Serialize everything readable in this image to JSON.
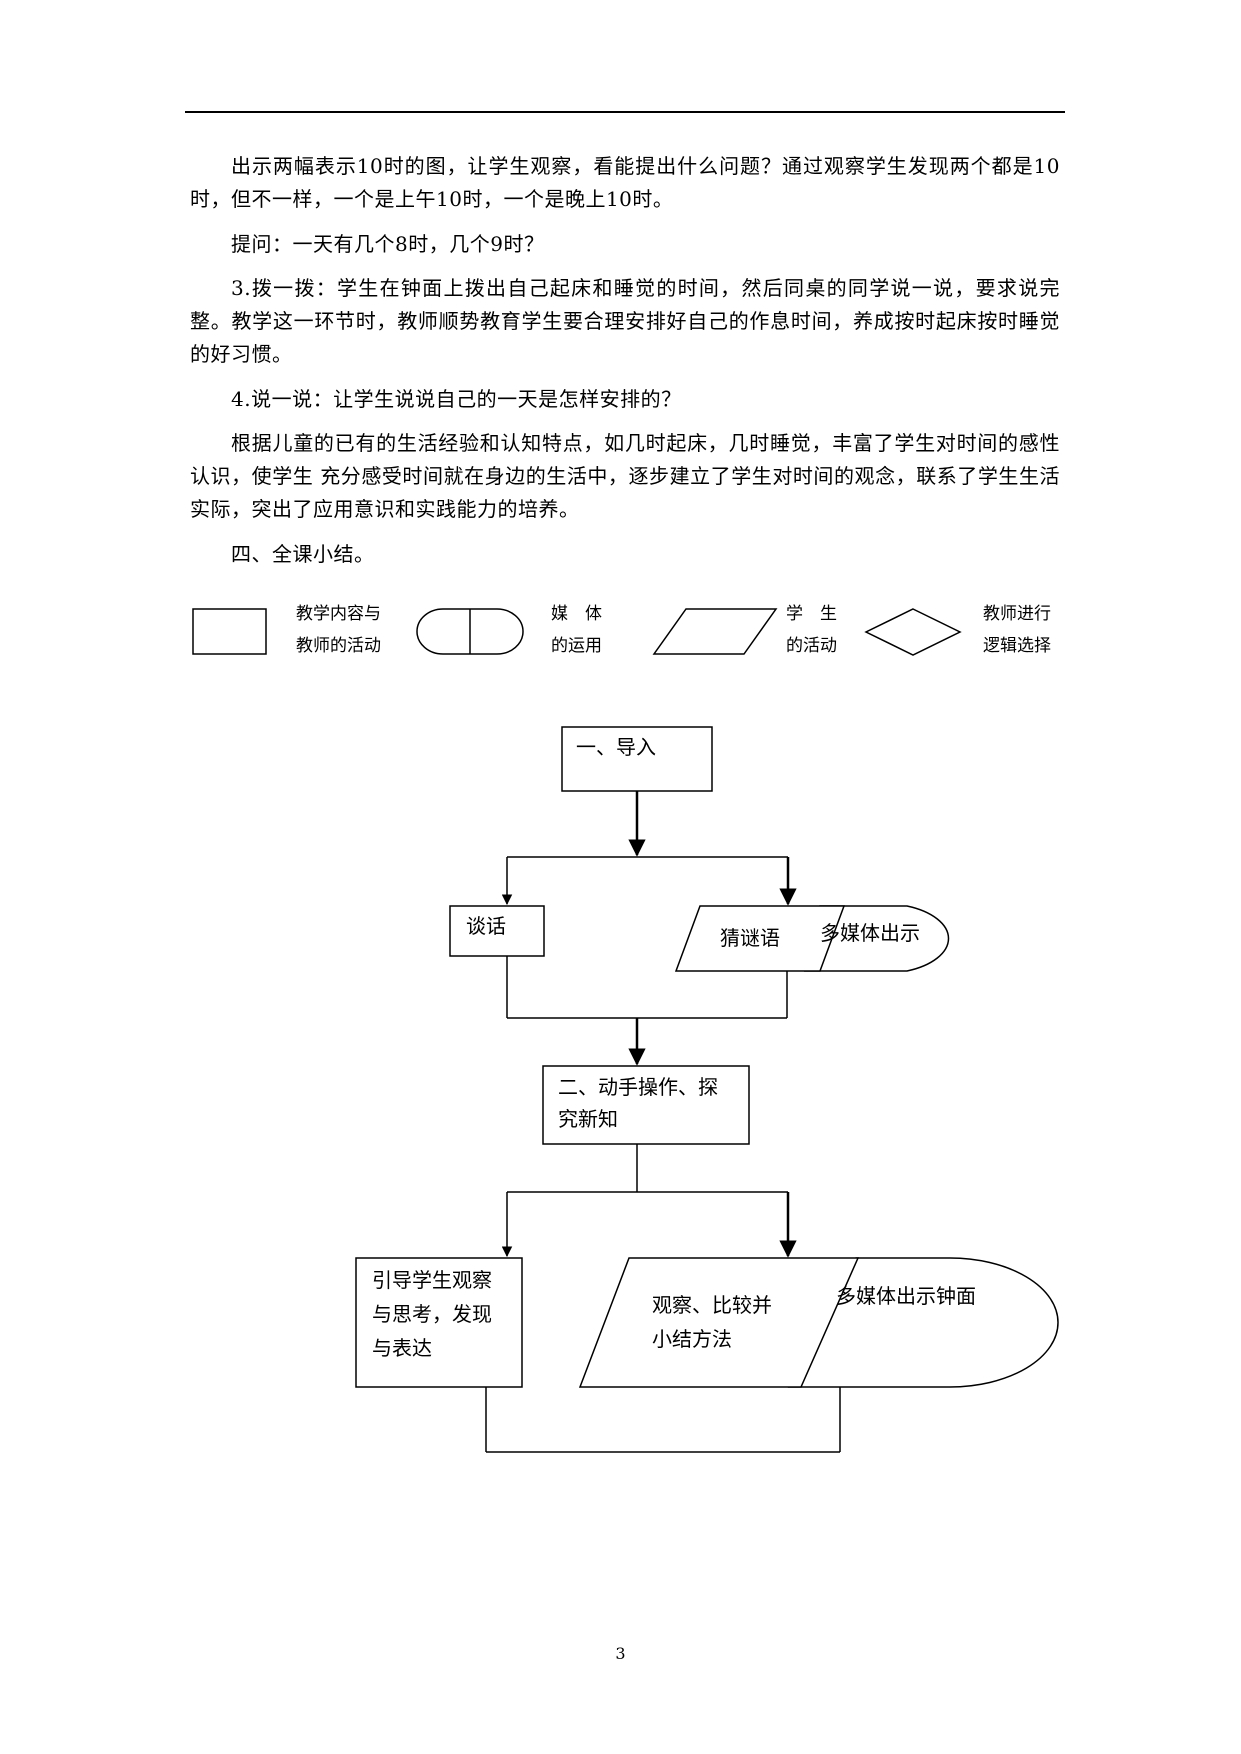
{
  "paragraphs": [
    {
      "id": "p1",
      "text": "出示两幅表示10时的图，让学生观察，看能提出什么问题？通过观察学生发现两个都是10时，但不一样，一个是上午10时，一个是晚上10时。"
    },
    {
      "id": "p2",
      "text": "提问：一天有几个8时，几个9时？"
    },
    {
      "id": "p3",
      "text": "3.拨一拨：学生在钟面上拨出自己起床和睡觉的时间，然后同桌的同学说一说，要求说完整。教学这一环节时，教师顺势教育学生要合理安排好自己的作息时间，养成按时起床按时睡觉的好习惯。"
    },
    {
      "id": "p4",
      "text": "4.说一说：让学生说说自己的一天是怎样安排的？"
    },
    {
      "id": "p5",
      "text": "根据儿童的已有的生活经验和认知特点，如几时起床，几时睡觉，丰富了学生对时间的感性认识，使学生 充分感受时间就在身边的生活中，逐步建立了学生对时间的观念，联系了学生生活实际，突出了应用意识和实践能力的培养。"
    },
    {
      "id": "p6",
      "text": "四、全课小结。"
    }
  ],
  "legend": {
    "teacher_content": "教学内容与\n教师的活动",
    "media": "媒　体\n的运用",
    "student": "学　生\n的活动",
    "logic": "教师进行\n逻辑选择"
  },
  "flowchart": {
    "intro": "一、导入",
    "talk": "谈话",
    "riddle": "猜谜语",
    "media1": "多媒体出示",
    "explore": "二、动手操作、探\n究新知",
    "guide": "引导学生观察\n与思考，发现\n与表达",
    "observe": "观察、比较并\n小结方法",
    "media2": "多媒体出示钟面"
  },
  "page_number": "3"
}
